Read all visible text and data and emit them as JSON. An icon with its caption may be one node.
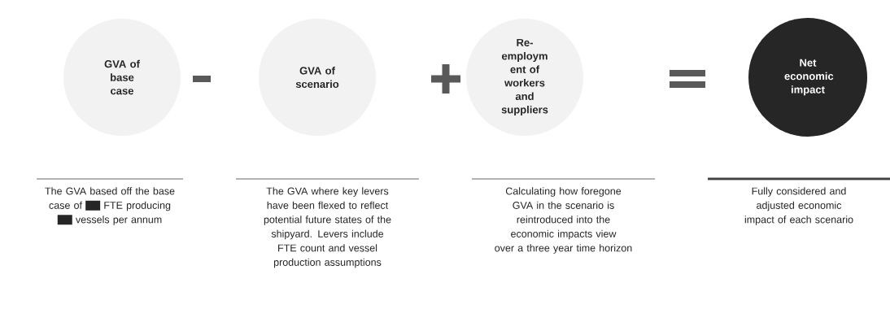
{
  "diagram": {
    "nodes": [
      {
        "text": [
          "GVA of base case"
        ]
      },
      {
        "text": [
          "GVA of scenario"
        ]
      },
      {
        "text": [
          "Re- employm ent of workers and suppliers"
        ]
      },
      {
        "text": [
          "Net economic impact"
        ]
      }
    ],
    "labels": [
      "The GVA based off the base case of",
      "FTE producing",
      "vessels per annum",
      "The GVA where key levers have been flexed to reflect potential future states of the shipyard. Levers include FTE count and vessel production assumptions",
      "Calculating how foregone GVA in the scenario is reintroduced into the economic impacts view over a three year time horizon",
      "Fully considered and adjusted economic impact of each scenario"
    ]
  }
}
